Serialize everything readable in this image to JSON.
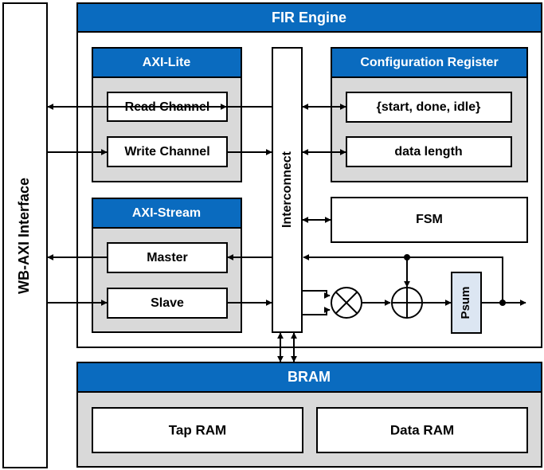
{
  "colors": {
    "header_blue": "#0a6bbf",
    "panel_gray": "#d9d9d9",
    "psum_fill": "#dce6f2",
    "stroke": "#000000",
    "header_text": "#ffffff"
  },
  "wb_axi": {
    "label": "WB-AXI Interface"
  },
  "fir": {
    "title": "FIR Engine",
    "axi_lite": {
      "title": "AXI-Lite",
      "read": "Read Channel",
      "write": "Write Channel"
    },
    "config": {
      "title": "Configuration Register",
      "status": "{start, done, idle}",
      "length": "data length"
    },
    "axi_stream": {
      "title": "AXI-Stream",
      "master": "Master",
      "slave": "Slave"
    },
    "interconnect": "Interconnect",
    "fsm": "FSM",
    "psum": "Psum",
    "multiplier_icon": "multiplier-icon",
    "adder_icon": "adder-icon"
  },
  "bram": {
    "title": "BRAM",
    "tap": "Tap RAM",
    "data": "Data RAM"
  }
}
